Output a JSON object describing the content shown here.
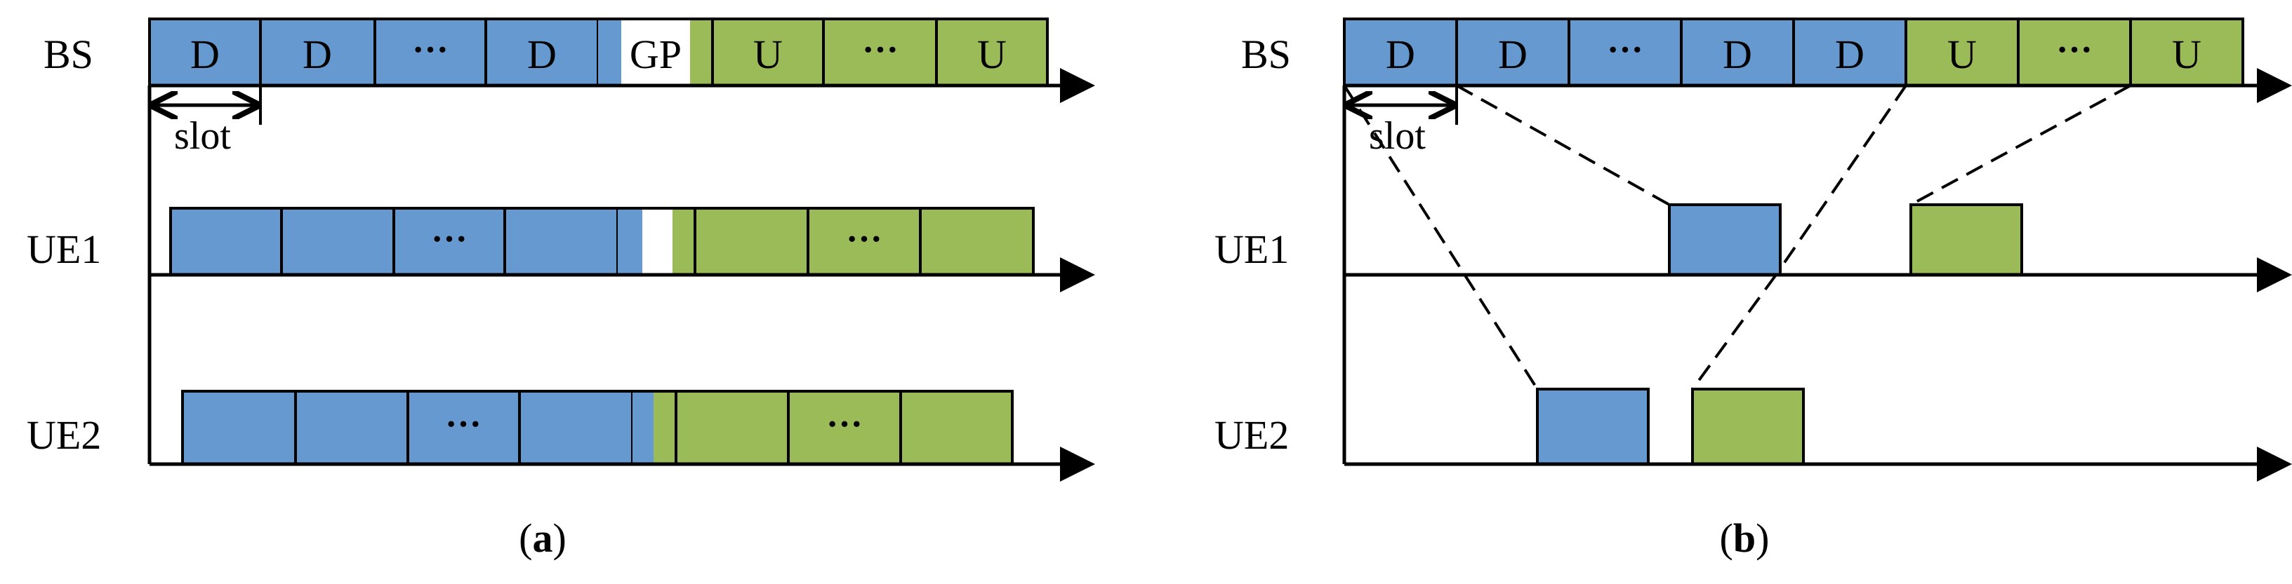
{
  "colors": {
    "downlink": "#6699D0",
    "uplink": "#9BBB59",
    "guard": "#FFFFFF",
    "stroke": "#000000"
  },
  "panel_a": {
    "caption_open": "(",
    "caption_letter": "a",
    "caption_close": ")",
    "rows": [
      {
        "label": "BS"
      },
      {
        "label": "UE1"
      },
      {
        "label": "UE2"
      }
    ],
    "slot_label": "slot",
    "bs_slots": [
      "D",
      "D",
      "···",
      "D",
      "GP",
      "U",
      "···",
      "U"
    ],
    "ellipsis": "···"
  },
  "panel_b": {
    "caption_open": "(",
    "caption_letter": "b",
    "caption_close": ")",
    "rows": [
      {
        "label": "BS"
      },
      {
        "label": "UE1"
      },
      {
        "label": "UE2"
      }
    ],
    "slot_label": "slot",
    "bs_slots": [
      "D",
      "D",
      "···",
      "D",
      "D",
      "U",
      "···",
      "U"
    ]
  }
}
